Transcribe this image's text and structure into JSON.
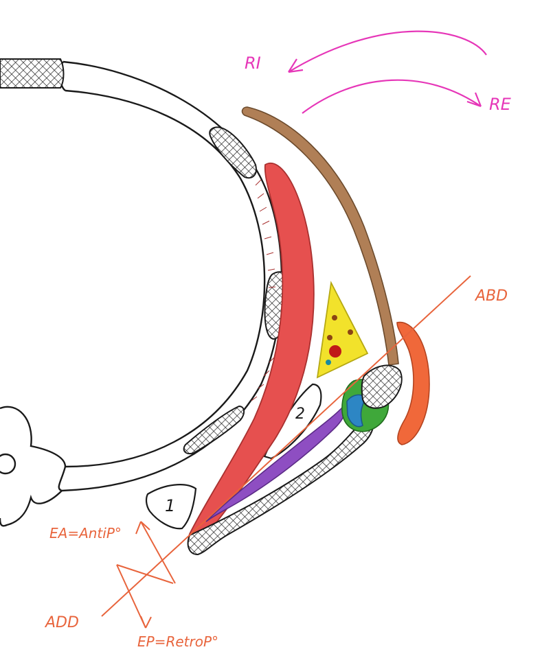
{
  "labels": {
    "ri": "RI",
    "re": "RE",
    "abd": "ABD",
    "add": "ADD",
    "ea": "EA=AntiP°",
    "ep": "EP=RetroP°",
    "space_1": "1",
    "space_2": "2"
  },
  "colors": {
    "rotation_arrows": "#e636b8",
    "axis_lines": "#e8643c",
    "rib_outline": "#1a1a1a",
    "brown_muscle": "#b07f56",
    "red_muscle": "#e6504f",
    "purple_muscle": "#8e4ec2",
    "yellow_triangle": "#f2e22b",
    "green_joint": "#3fa83a",
    "blue_joint": "#2d86c4",
    "orange_muscle": "#f0683a"
  }
}
